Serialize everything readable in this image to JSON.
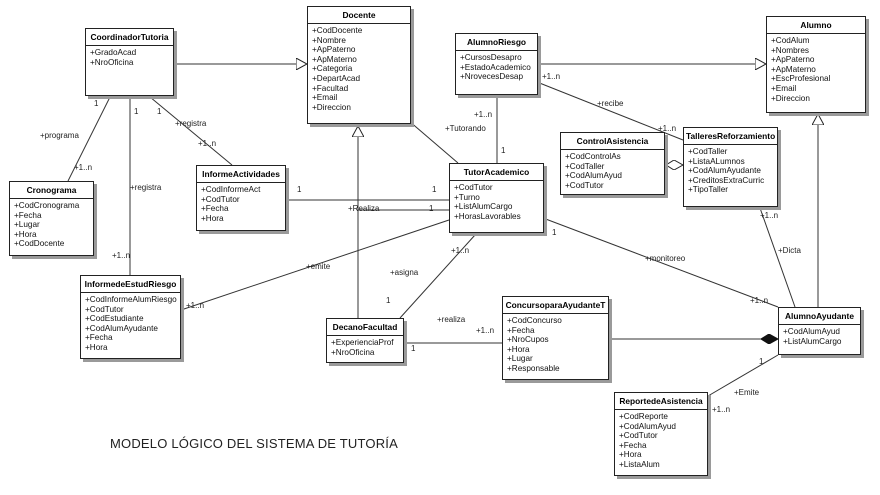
{
  "diagram_title": "MODELO LÓGICO DEL SISTEMA DE TUTORÍA",
  "classes": {
    "docente": {
      "name": "Docente",
      "attrs": [
        "+CodDocente",
        "+Nombre",
        "+ApPaterno",
        "+ApMaterno",
        "+Categoria",
        "+DepartAcad",
        "+Facultad",
        "+Email",
        "+Direccion"
      ]
    },
    "alumno": {
      "name": "Alumno",
      "attrs": [
        "+CodAlum",
        "+Nombres",
        "+ApPaterno",
        "+ApMaterno",
        "+EscProfesional",
        "+Email",
        "+Direccion"
      ]
    },
    "coordinador": {
      "name": "CoordinadorTutoria",
      "attrs": [
        "+GradoAcad",
        "+NroOficina"
      ]
    },
    "alumno_riesgo": {
      "name": "AlumnoRiesgo",
      "attrs": [
        "+CursosDesapro",
        "+EstadoAcademico",
        "+NrovecesDesap"
      ]
    },
    "control_asistencia": {
      "name": "ControlAsistencia",
      "attrs": [
        "+CodControlAs",
        "+CodTaller",
        "+CodAlumAyud",
        "+CodTutor"
      ]
    },
    "talleres": {
      "name": "TalleresReforzamiento",
      "attrs": [
        "+CodTaller",
        "+ListaALumnos",
        "+CodAlumAyudante",
        "+CreditosExtraCurric",
        "+TipoTaller"
      ]
    },
    "cronograma": {
      "name": "Cronograma",
      "attrs": [
        "+CodCronograma",
        "+Fecha",
        "+Lugar",
        "+Hora",
        "+CodDocente"
      ]
    },
    "informe_actividades": {
      "name": "InformeActividades",
      "attrs": [
        "+CodInformeAct",
        "+CodTutor",
        "+Fecha",
        "+Hora"
      ]
    },
    "tutor": {
      "name": "TutorAcademico",
      "attrs": [
        "+CodTutor",
        "+Turno",
        "+ListAlumCargo",
        "+HorasLavorables"
      ]
    },
    "informe_estud": {
      "name": "InformedeEstudRiesgo",
      "attrs": [
        "+CodInformeAlumRiesgo",
        "+CodTutor",
        "+CodEstudiante",
        "+CodAlumAyudante",
        "+Fecha",
        "+Hora"
      ]
    },
    "decano": {
      "name": "DecanoFacultad",
      "attrs": [
        "+ExperienciaProf",
        "+NroOficina"
      ]
    },
    "concurso": {
      "name": "ConcursoparaAyudanteT",
      "attrs": [
        "+CodConcurso",
        "+Fecha",
        "+NroCupos",
        "+Hora",
        "+Lugar",
        "+Responsable"
      ]
    },
    "alumno_ayudante": {
      "name": "AlumnoAyudante",
      "attrs": [
        "+CodAlumAyud",
        "+ListAlumCargo"
      ]
    },
    "reporte": {
      "name": "ReportedeAsistencia",
      "attrs": [
        "+CodReporte",
        "+CodAlumAyud",
        "+CodTutor",
        "+Fecha",
        "+Hora",
        "+ListaAlum"
      ]
    }
  },
  "labels": {
    "coord_one_a": "1",
    "coord_one_b": "1",
    "coord_one_c": "1",
    "programa": "+programa",
    "prog_many": "+1..n",
    "registra_a": "+registra",
    "registra_a_many": "+1..n",
    "registra_b": "+registra",
    "registra_b_many": "+1..n",
    "ar_many_top": "+1..n",
    "recibe": "+recibe",
    "recibe_many": "+1..n",
    "tutorando": "+Tutorando",
    "tutorando_many": "+1..n",
    "tutorando_one": "1",
    "ia_one_left": "1",
    "ia_one_right": "1",
    "realiza_dec": "+Realiza",
    "tutor_one_realiza": "1",
    "emite": "+emite",
    "emite_many": "+1..n",
    "asigna": "+asigna",
    "asigna_many": "+1..n",
    "asigna_one": "1",
    "monitoreo": "+monitoreo",
    "monitoreo_one": "1",
    "monitoreo_many": "+1..n",
    "dicta": "+Dicta",
    "dicta_many": "+1..n",
    "realiza_conc": "+realiza",
    "realiza_one": "1",
    "realiza_many": "+1..n",
    "emite_rep": "+Emite",
    "emite_rep_one": "1",
    "emite_rep_many": "+1..n"
  }
}
